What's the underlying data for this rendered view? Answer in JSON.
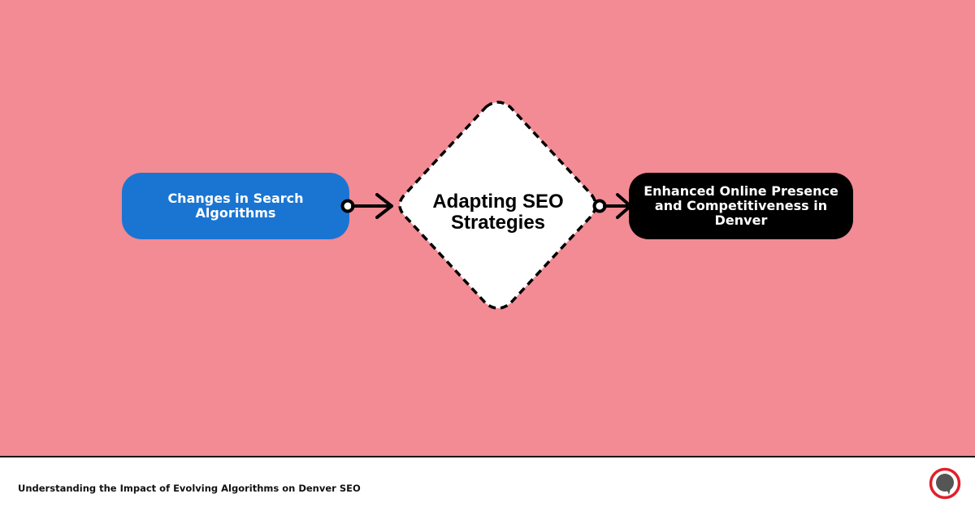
{
  "diagram": {
    "type": "flowchart",
    "background_color": "#f28b93",
    "nodes": [
      {
        "id": "n1",
        "label": "Changes in Search Algorithms",
        "shape": "rounded-rectangle",
        "fill": "#1a75d2",
        "text_color": "#ffffff"
      },
      {
        "id": "n2",
        "label": "Adapting SEO Strategies",
        "shape": "diamond",
        "fill": "#ffffff",
        "border": "dashed",
        "text_color": "#000000"
      },
      {
        "id": "n3",
        "label": "Enhanced Online Presence and Competitiveness in Denver",
        "shape": "rounded-rectangle",
        "fill": "#000000",
        "text_color": "#ffffff"
      }
    ],
    "edges": [
      {
        "from": "n1",
        "to": "n2",
        "style": "circle-tail-arrow"
      },
      {
        "from": "n2",
        "to": "n3",
        "style": "circle-tail-arrow"
      }
    ]
  },
  "footer": {
    "title": "Understanding the Impact of Evolving Algorithms on Denver SEO",
    "logo_icon": "speech-bubble-ring-logo"
  }
}
